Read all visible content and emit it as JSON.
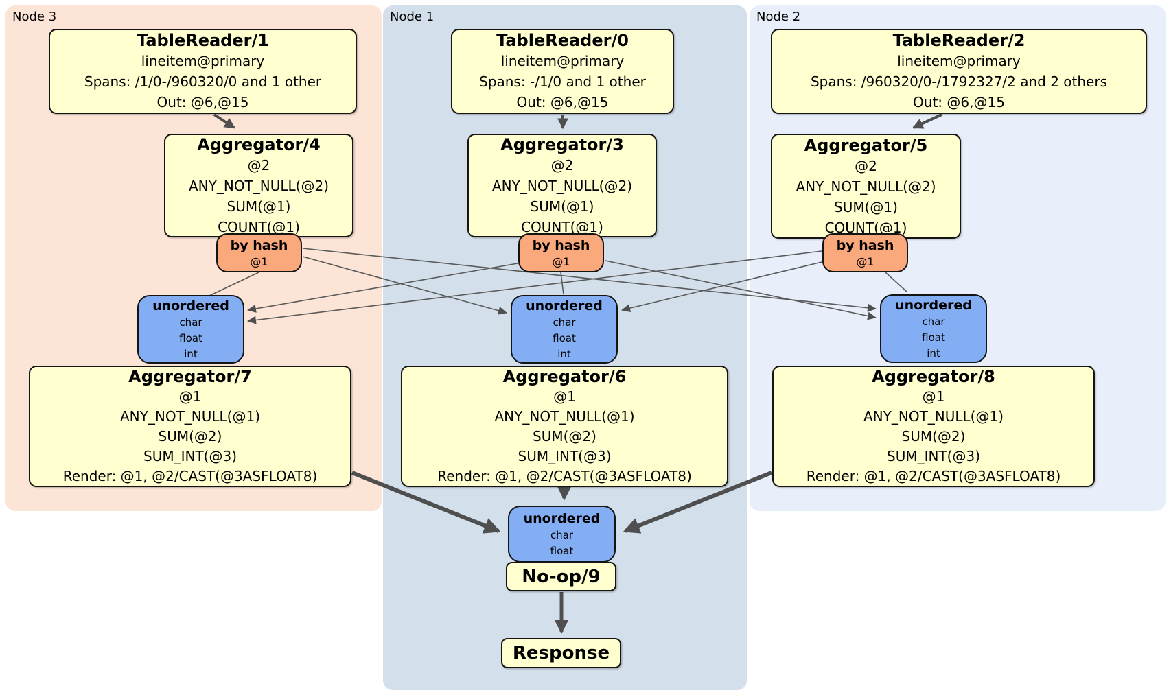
{
  "colors": {
    "page_bg": "#ffffff",
    "node3_bg": "#fce4d6",
    "node1_bg": "#d3e0eb",
    "node2_bg": "#e9effa",
    "operator_bg": "#ffffcf",
    "router_bg": "#f9a97c",
    "sync_bg": "#84aef3",
    "box_border": "#141414",
    "edge": "#4f4f4f"
  },
  "regions": [
    {
      "id": "node3",
      "label": "Node 3"
    },
    {
      "id": "node1",
      "label": "Node 1"
    },
    {
      "id": "node2",
      "label": "Node 2"
    }
  ],
  "nodes": {
    "tr1": {
      "title": "TableReader/1",
      "lines": [
        "lineitem@primary",
        "Spans: /1/0-/960320/0 and 1 other",
        "Out: @6,@15"
      ]
    },
    "tr0": {
      "title": "TableReader/0",
      "lines": [
        "lineitem@primary",
        "Spans: -/1/0 and 1 other",
        "Out: @6,@15"
      ]
    },
    "tr2": {
      "title": "TableReader/2",
      "lines": [
        "lineitem@primary",
        "Spans: /960320/0-/1792327/2 and 2 others",
        "Out: @6,@15"
      ]
    },
    "agg4": {
      "title": "Aggregator/4",
      "lines": [
        "@2",
        "ANY_NOT_NULL(@2)",
        "SUM(@1)",
        "COUNT(@1)"
      ]
    },
    "agg3": {
      "title": "Aggregator/3",
      "lines": [
        "@2",
        "ANY_NOT_NULL(@2)",
        "SUM(@1)",
        "COUNT(@1)"
      ]
    },
    "agg5": {
      "title": "Aggregator/5",
      "lines": [
        "@2",
        "ANY_NOT_NULL(@2)",
        "SUM(@1)",
        "COUNT(@1)"
      ]
    },
    "hash4": {
      "title": "by hash",
      "lines": [
        "@1"
      ]
    },
    "hash3": {
      "title": "by hash",
      "lines": [
        "@1"
      ]
    },
    "hash5": {
      "title": "by hash",
      "lines": [
        "@1"
      ]
    },
    "un3": {
      "title": "unordered",
      "lines": [
        "char",
        "float",
        "int"
      ]
    },
    "un1": {
      "title": "unordered",
      "lines": [
        "char",
        "float",
        "int"
      ]
    },
    "un2": {
      "title": "unordered",
      "lines": [
        "char",
        "float",
        "int"
      ]
    },
    "agg7": {
      "title": "Aggregator/7",
      "lines": [
        "@1",
        "ANY_NOT_NULL(@1)",
        "SUM(@2)",
        "SUM_INT(@3)",
        "Render: @1, @2/CAST(@3ASFLOAT8)"
      ]
    },
    "agg6": {
      "title": "Aggregator/6",
      "lines": [
        "@1",
        "ANY_NOT_NULL(@1)",
        "SUM(@2)",
        "SUM_INT(@3)",
        "Render: @1, @2/CAST(@3ASFLOAT8)"
      ]
    },
    "agg8": {
      "title": "Aggregator/8",
      "lines": [
        "@1",
        "ANY_NOT_NULL(@1)",
        "SUM(@2)",
        "SUM_INT(@3)",
        "Render: @1, @2/CAST(@3ASFLOAT8)"
      ]
    },
    "unb": {
      "title": "unordered",
      "lines": [
        "char",
        "float"
      ]
    },
    "noop": {
      "title": "No-op/9"
    },
    "resp": {
      "title": "Response"
    }
  }
}
